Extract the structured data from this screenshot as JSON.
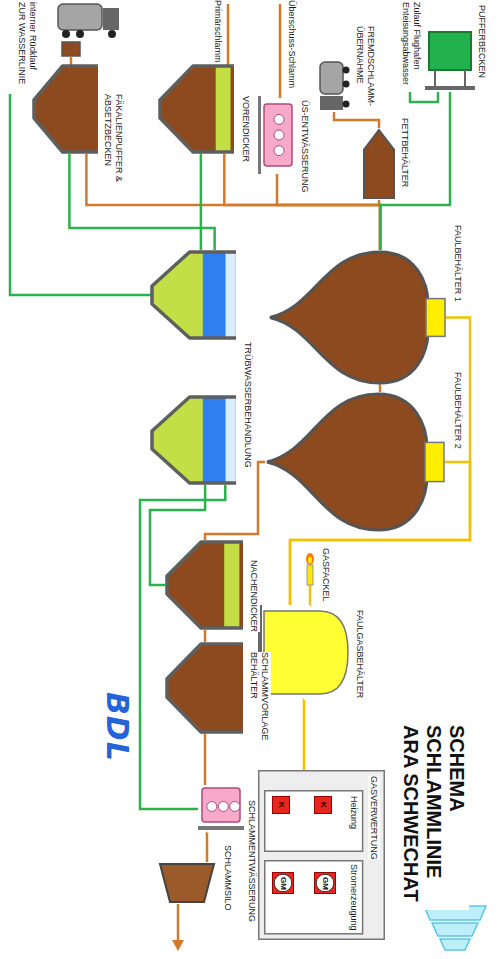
{
  "diagram": {
    "title": "SCHEMA SCHLAMMLINIE ARA SCHWECHAT",
    "nodes": [
      {
        "text": [
          "FÄKALIENPUFFER & ABSETZBECKEN"
        ]
      },
      {
        "text": [
          "VORENDICKER"
        ]
      },
      {
        "text": [
          "ÜS-ENTWÄSSERUNG"
        ]
      },
      {
        "text": [
          "FREMDSCHLAMM-ÜBERNAHME"
        ]
      },
      {
        "text": [
          "FETTBEHÄLTER"
        ]
      },
      {
        "text": [
          "PUFFERBECKEN"
        ]
      },
      {
        "text": [
          "FAULBEHÄLTER 1"
        ]
      },
      {
        "text": [
          "FAULBEHÄLTER 2"
        ]
      },
      {
        "text": [
          "TRÜBWASSERBEHANDLUNG"
        ]
      },
      {
        "text": [
          "NACHENDICKER"
        ]
      },
      {
        "text": [
          "SCHLAMMVORLAGE BEHÄLTER"
        ]
      },
      {
        "text": [
          "GASFACKEL"
        ]
      },
      {
        "text": [
          "FAULGASBEHÄLTER"
        ]
      },
      {
        "text": [
          "GASVERWERTUNG"
        ]
      },
      {
        "text": [
          "Heizung"
        ],
        "in": 13
      },
      {
        "text": [
          "K"
        ],
        "in": 14
      },
      {
        "text": [
          "K"
        ],
        "in": 14
      },
      {
        "text": [
          "Stromerzeugung"
        ],
        "in": 13
      },
      {
        "text": [
          "GM"
        ],
        "in": 17
      },
      {
        "text": [
          "GM"
        ],
        "in": 17
      },
      {
        "text": [
          "SCHLAMMENTWÄSSERUNG"
        ]
      },
      {
        "text": [
          "SCHLAMMSILO"
        ]
      }
    ],
    "edges": [
      {
        "from": 0,
        "to": 6,
        "arrow": "none"
      },
      {
        "from": 1,
        "to": 6,
        "arrow": "none"
      },
      {
        "from": 2,
        "to": 6,
        "arrow": "none"
      },
      {
        "from": 3,
        "to": 4,
        "arrow": "none"
      },
      {
        "from": 4,
        "to": 6,
        "arrow": "none"
      },
      {
        "from": 5,
        "to": 6,
        "arrow": "none"
      },
      {
        "from": 6,
        "to": 7,
        "arrow": "none"
      },
      {
        "from": 7,
        "to": 9,
        "arrow": "none"
      },
      {
        "from": 9,
        "to": 10,
        "arrow": "none"
      },
      {
        "from": 10,
        "to": 20,
        "arrow": "none"
      },
      {
        "from": 20,
        "to": 21,
        "arrow": "none"
      },
      {
        "from": 6,
        "to": 12,
        "arrow": "none"
      },
      {
        "from": 7,
        "to": 12,
        "arrow": "none"
      },
      {
        "from": 12,
        "to": 11,
        "arrow": "none"
      },
      {
        "from": 12,
        "to": 13,
        "arrow": "none"
      },
      {
        "from": 0,
        "to": 8,
        "arrow": "none"
      },
      {
        "from": 1,
        "to": 8,
        "arrow": "none"
      },
      {
        "from": 9,
        "to": 8,
        "arrow": "none"
      },
      {
        "from": 20,
        "to": 8,
        "arrow": "none"
      }
    ],
    "labels": [
      "interner Rücklauf ZUR WASSERLINIE",
      "Primärschlamm",
      "Überschuss-Schlamm",
      "Zulauf Flughafen Enteisungsabwasser",
      "BDL"
    ]
  }
}
